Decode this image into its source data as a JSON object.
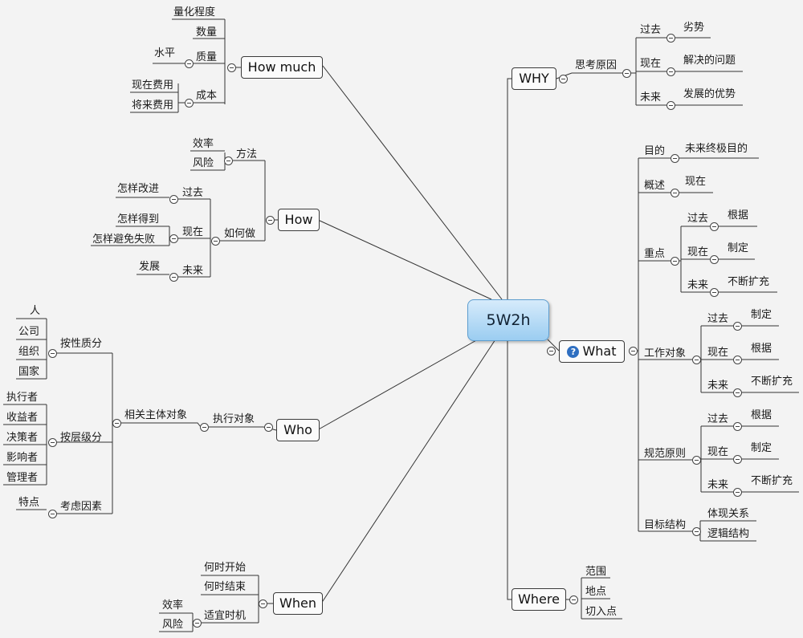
{
  "root": "5W2h",
  "why": {
    "title": "WHY",
    "reason": "思考原因",
    "past": "过去",
    "past_detail": "劣势",
    "present": "现在",
    "present_detail": "解决的问题",
    "future": "未来",
    "future_detail": "发展的优势"
  },
  "what": {
    "title": "What",
    "icon": "question-icon",
    "purpose": "目的",
    "purpose_detail": "未来终极目的",
    "overview": "概述",
    "overview_detail": "现在",
    "focus": {
      "label": "重点",
      "past": "过去",
      "past_detail": "根据",
      "present": "现在",
      "present_detail": "制定",
      "future": "未来",
      "future_detail": "不断扩充"
    },
    "work": {
      "label": "工作对象",
      "past": "过去",
      "past_detail": "制定",
      "present": "现在",
      "present_detail": "根据",
      "future": "未来",
      "future_detail": "不断扩充"
    },
    "norms": {
      "label": "规范原则",
      "past": "过去",
      "past_detail": "根据",
      "present": "现在",
      "present_detail": "制定",
      "future": "未来",
      "future_detail": "不断扩充"
    },
    "structure": {
      "label": "目标结构",
      "a": "体现关系",
      "b": "逻辑结构"
    }
  },
  "where": {
    "title": "Where",
    "a": "范围",
    "b": "地点",
    "c": "切入点"
  },
  "how_much": {
    "title": "How much",
    "degree": "量化程度",
    "quantity": "数量",
    "quality": "质量",
    "quality_detail": "水平",
    "cost": "成本",
    "cost_now": "现在费用",
    "cost_future": "将来费用"
  },
  "how": {
    "title": "How",
    "method": "方法",
    "efficiency": "效率",
    "risk": "风险",
    "how_to": "如何做",
    "past": "过去",
    "past_detail": "怎样改进",
    "present": "现在",
    "present_a": "怎样得到",
    "present_b": "怎样避免失败",
    "future": "未来",
    "future_detail": "发展"
  },
  "who": {
    "title": "Who",
    "executor": "执行对象",
    "subject": "相关主体对象",
    "by_nature": "按性质分",
    "person": "人",
    "company": "公司",
    "org": "组织",
    "country": "国家",
    "by_level": "按层级分",
    "l1": "执行者",
    "l2": "收益者",
    "l3": "决策者",
    "l4": "影响者",
    "l5": "管理者",
    "factors": "考虑因素",
    "feature": "特点"
  },
  "when": {
    "title": "When",
    "start": "何时开始",
    "end": "何时结束",
    "timing": "适宜时机",
    "efficiency": "效率",
    "risk": "风险"
  }
}
